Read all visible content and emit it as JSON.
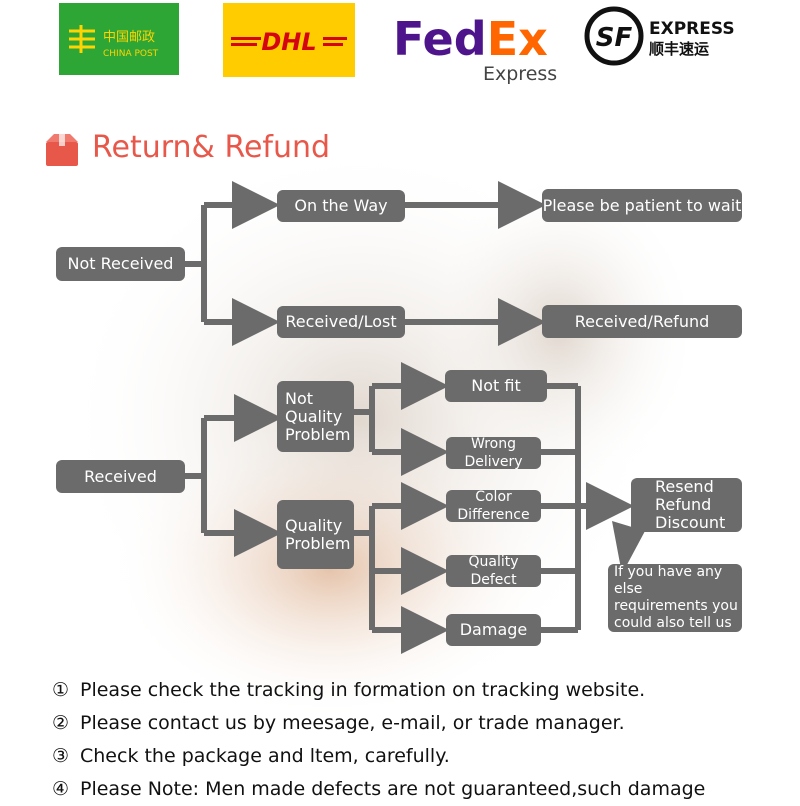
{
  "colors": {
    "node_bg": "#6b6b6b",
    "title": "#e8584a",
    "connector": "#6b6b6b",
    "china_post_bg": "#2ea636",
    "china_post_text": "#ffd400",
    "dhl_bg": "#ffcc00",
    "dhl_text": "#d40511",
    "fedex_purple": "#4d148c",
    "fedex_orange": "#ff6600"
  },
  "logos": {
    "china_post": {
      "name_cn": "中国邮政",
      "name_en": "CHINA POST"
    },
    "dhl": {
      "name": "DHL"
    },
    "fedex": {
      "fed": "Fed",
      "ex": "Ex",
      "sub": "Express"
    },
    "sf": {
      "mark": "SF",
      "name_en": "EXPRESS",
      "name_cn": "顺丰速运"
    }
  },
  "title": "Return& Refund",
  "icon": "package-icon",
  "nodes": {
    "not_received": "Not Received",
    "on_the_way": "On the Way",
    "be_patient": "Please be patient to wait",
    "received_lost": "Received/Lost",
    "received_refund": "Received/Refund",
    "received": "Received",
    "not_quality": "Not\nQuality\nProblem",
    "quality": "Quality\nProblem",
    "not_fit": "Not fit",
    "wrong_delivery": "Wrong Delivery",
    "color_difference": "Color Difference",
    "quality_defect": "Quality Defect",
    "damage": "Damage",
    "resend": "Resend\nRefund\nDiscount",
    "callout": "If you have any else\nrequirements you\ncould also tell us"
  },
  "notes": [
    {
      "num": "①",
      "text": "Please check the tracking in formation on tracking website."
    },
    {
      "num": "②",
      "text": "Please contact us by meesage, e-mail, or trade manager."
    },
    {
      "num": "③",
      "text": "Check the package and ltem, carefully."
    },
    {
      "num": "④",
      "text": "Please Note: Men made defects  are not guaranteed,such damage"
    }
  ]
}
